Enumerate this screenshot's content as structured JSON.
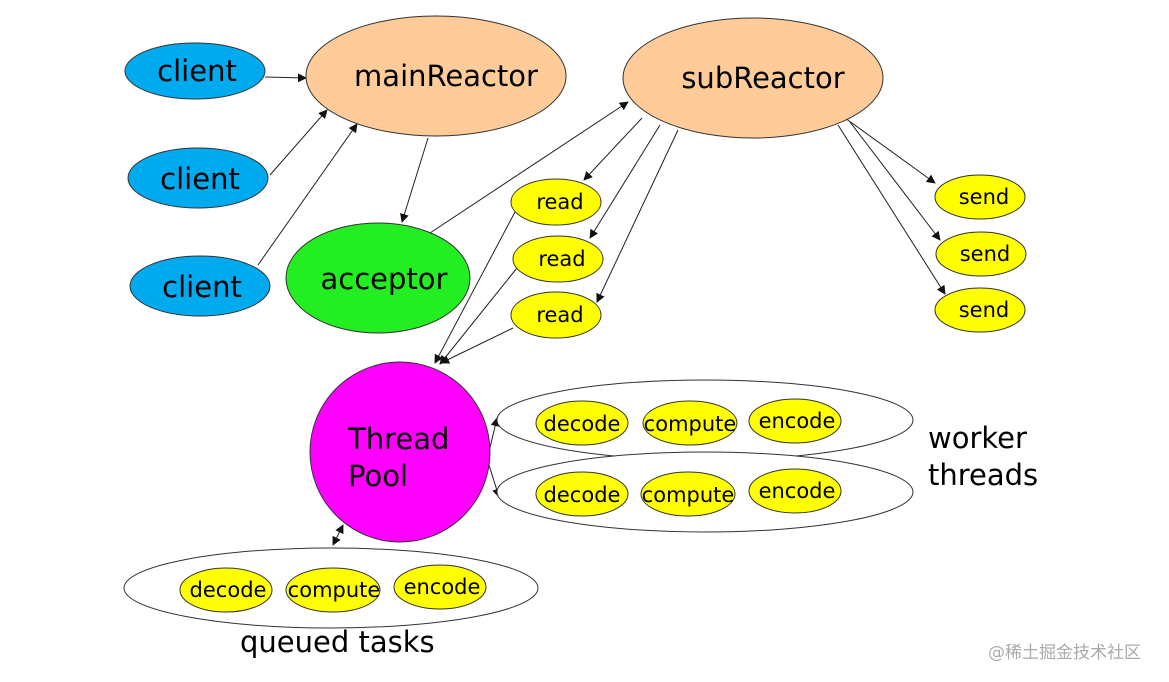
{
  "colors": {
    "client": "#00aaee",
    "reactor": "#ffcc99",
    "acceptor": "#22ee22",
    "task": "#ffff00",
    "pool": "#ff00ff"
  },
  "nodes": {
    "clients": [
      "client",
      "client",
      "client"
    ],
    "main_reactor": "mainReactor",
    "sub_reactor": "subReactor",
    "acceptor": "acceptor",
    "reads": [
      "read",
      "read",
      "read"
    ],
    "sends": [
      "send",
      "send",
      "send"
    ],
    "thread_pool": [
      "Thread",
      "Pool"
    ],
    "worker_rows": [
      [
        "decode",
        "compute",
        "encode"
      ],
      [
        "decode",
        "compute",
        "encode"
      ]
    ],
    "queued_row": [
      "decode",
      "compute",
      "encode"
    ]
  },
  "labels": {
    "worker_threads": [
      "worker",
      "threads"
    ],
    "queued_tasks": "queued tasks"
  },
  "watermark": "@稀土掘金技术社区"
}
